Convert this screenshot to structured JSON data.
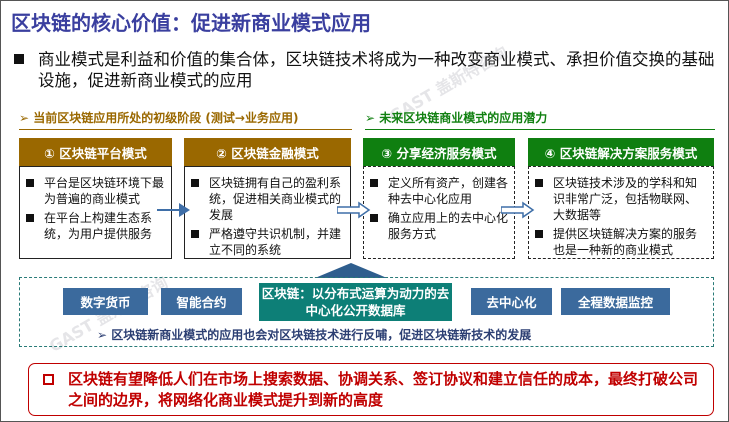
{
  "title": "区块链的核心价值：促进新商业模式应用",
  "intro": "商业模式是利益和价值的集合体，区块链技术将成为一种改变商业模式、承担价值交换的基础设施，促进新商业模式的应用",
  "sections": {
    "current": "➢  当前区块链应用所处的初级阶段 (测试→业务应用)",
    "future": "➢  未来区块链商业模式的应用潜力"
  },
  "models": [
    {
      "title": "① 区块链平台模式",
      "items": [
        "平台是区块链环境下最为普遍的商业模式",
        "在平台上构建生态系统，为用户提供服务"
      ]
    },
    {
      "title": "② 区块链金融模式",
      "items": [
        "区块链拥有自己的盈利系统，促进相关商业模式的发展",
        "严格遵守共识机制，并建立不同的系统"
      ]
    },
    {
      "title": "③ 分享经济服务模式",
      "items": [
        "定义所有资产，创建各种去中心化应用",
        "确立应用上的去中心化服务方式"
      ]
    },
    {
      "title": "④ 区块链解决方案服务模式",
      "items": [
        "区块链技术涉及的学科和知识非常广泛，包括物联网、大数据等",
        "提供区块链解决方案的服务也是一种新的商业模式"
      ]
    }
  ],
  "foundation": {
    "pills": [
      "数字货币",
      "智能合约",
      "去中心化",
      "全程数据监控"
    ],
    "center": "区块链：以分布式运算为动力的去中心化公开数据库",
    "note": "➢  区块链新商业模式的应用也会对区块链技术进行反哺，促进区块链新技术的发展"
  },
  "conclusion": "区块链有望降低人们在市场上搜索数据、协调关系、签订协议和建立信任的成本，最终打破公司之间的边界，将网络化商业模式提升到新的高度",
  "watermark": "GAST 盖斯特咨询"
}
